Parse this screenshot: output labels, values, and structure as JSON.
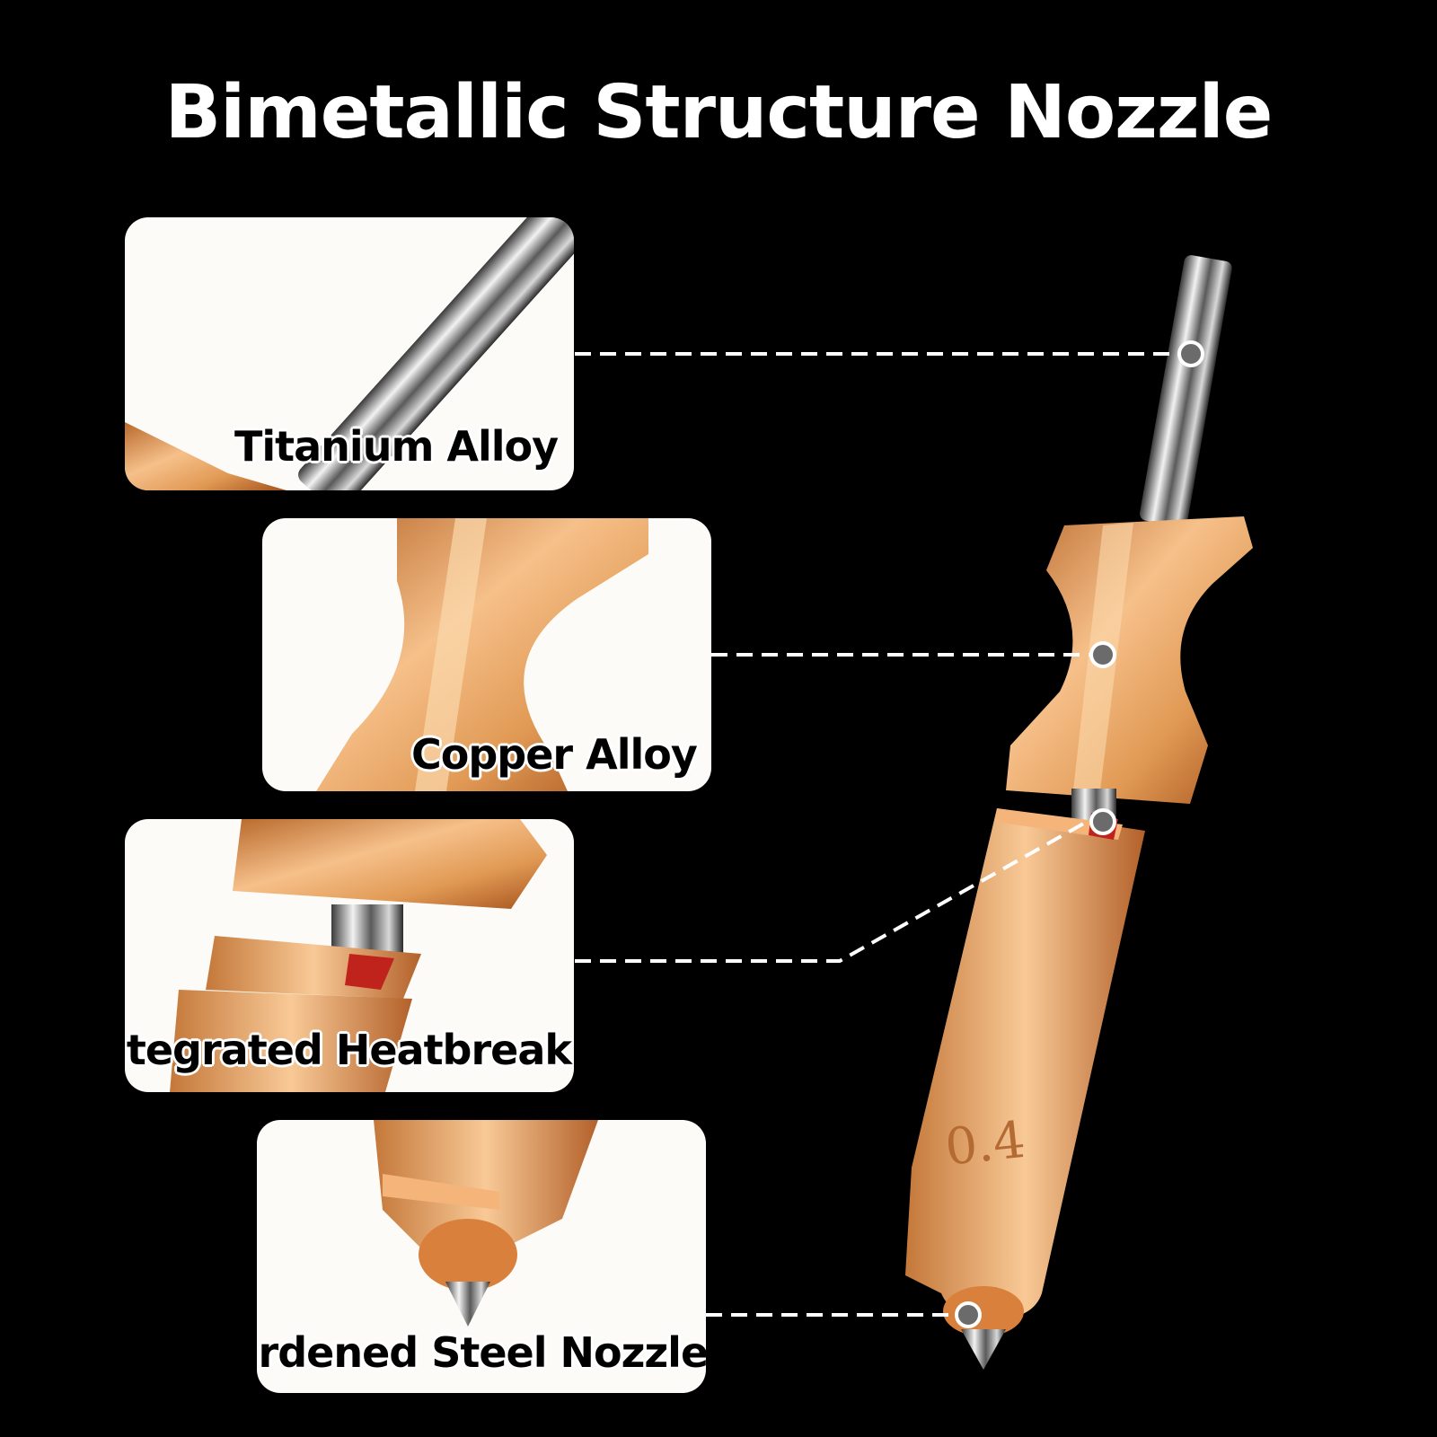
{
  "title": "Bimetallic Structure Nozzle",
  "callouts": [
    {
      "label": "Titanium Alloy"
    },
    {
      "label": "Copper Alloy"
    },
    {
      "label": "Integrated Heatbreak"
    },
    {
      "label": "Hardened Steel Nozzle"
    }
  ],
  "nozzle_marking": "0.4",
  "colors": {
    "background": "#000000",
    "card": "#fdfbf8",
    "copper": "#e39a52",
    "steel": "#9aa0a6",
    "leader_line": "#ffffff",
    "marker": "#6b6b6b"
  }
}
